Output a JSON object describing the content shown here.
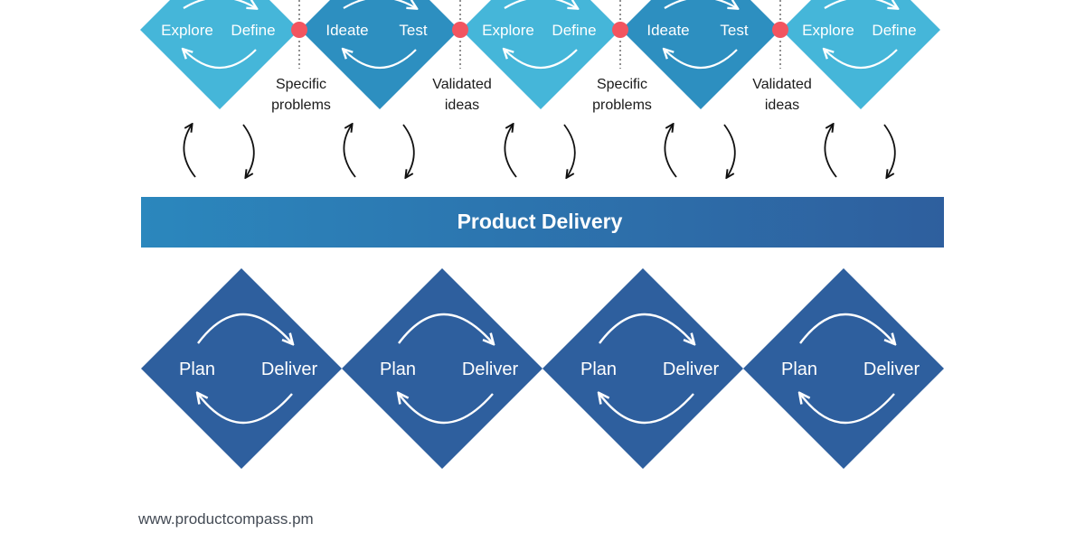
{
  "discovery": {
    "diamonds": [
      {
        "left_label": "Explore",
        "right_label": "Define",
        "color": "#45b6d9"
      },
      {
        "left_label": "Ideate",
        "right_label": "Test",
        "color": "#2d8fc0"
      },
      {
        "left_label": "Explore",
        "right_label": "Define",
        "color": "#45b6d9"
      },
      {
        "left_label": "Ideate",
        "right_label": "Test",
        "color": "#2d8fc0"
      },
      {
        "left_label": "Explore",
        "right_label": "Define",
        "color": "#45b6d9"
      }
    ],
    "checkpoints": [
      {
        "line1": "Specific",
        "line2": "problems"
      },
      {
        "line1": "Validated",
        "line2": "ideas"
      },
      {
        "line1": "Specific",
        "line2": "problems"
      },
      {
        "line1": "Validated",
        "line2": "ideas"
      }
    ],
    "checkpoint_color": "#f25560"
  },
  "band": {
    "title": "Product Delivery",
    "color_start": "#2b87bd",
    "color_end": "#2e5f9e"
  },
  "delivery": {
    "diamonds": [
      {
        "left_label": "Plan",
        "right_label": "Deliver"
      },
      {
        "left_label": "Plan",
        "right_label": "Deliver"
      },
      {
        "left_label": "Plan",
        "right_label": "Deliver"
      },
      {
        "left_label": "Plan",
        "right_label": "Deliver"
      }
    ],
    "color": "#2e5f9e"
  },
  "footer": {
    "url": "www.productcompass.pm"
  }
}
